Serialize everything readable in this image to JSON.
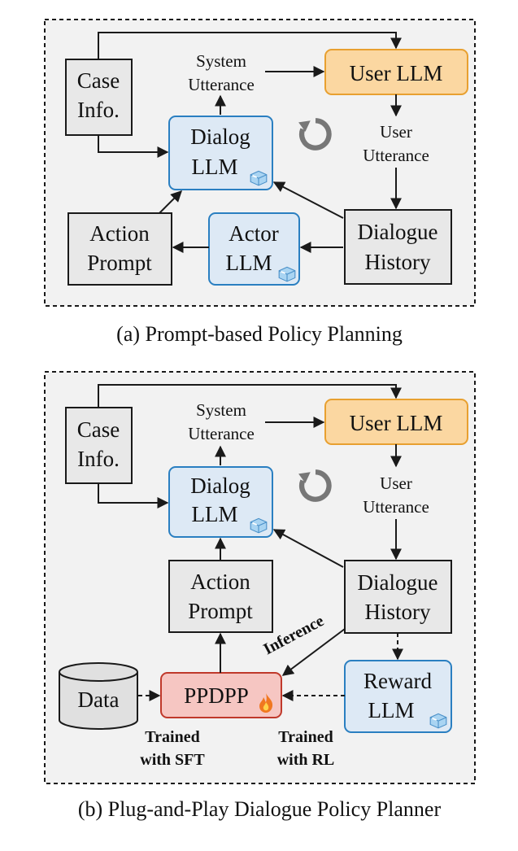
{
  "panel_a": {
    "case_info": [
      "Case",
      "Info."
    ],
    "system_utterance": [
      "System",
      "Utterance"
    ],
    "user_llm": "User LLM",
    "dialog_llm": [
      "Dialog",
      "LLM"
    ],
    "user_utterance": [
      "User",
      "Utterance"
    ],
    "action_prompt": [
      "Action",
      "Prompt"
    ],
    "actor_llm": [
      "Actor",
      "LLM"
    ],
    "dialogue_history": [
      "Dialogue",
      "History"
    ],
    "caption": "(a) Prompt-based Policy Planning"
  },
  "panel_b": {
    "case_info": [
      "Case",
      "Info."
    ],
    "system_utterance": [
      "System",
      "Utterance"
    ],
    "user_llm": "User LLM",
    "dialog_llm": [
      "Dialog",
      "LLM"
    ],
    "user_utterance": [
      "User",
      "Utterance"
    ],
    "action_prompt": [
      "Action",
      "Prompt"
    ],
    "dialogue_history": [
      "Dialogue",
      "History"
    ],
    "inference": "Inference",
    "data": "Data",
    "ppdpp": "PPDPP",
    "reward_llm": [
      "Reward",
      "LLM"
    ],
    "trained_sft": [
      "Trained",
      "with SFT"
    ],
    "trained_rl": [
      "Trained",
      "with RL"
    ],
    "caption": "(b) Plug-and-Play Dialogue Policy Planner"
  },
  "colors": {
    "frozen_blue": "#dde9f5",
    "user_orange": "#fbd7a1",
    "trainable_red": "#f6c6c2",
    "neutral_gray": "#e8e8e8"
  },
  "icons": [
    "ice-cube-icon",
    "refresh-cycle-icon",
    "fire-icon"
  ]
}
